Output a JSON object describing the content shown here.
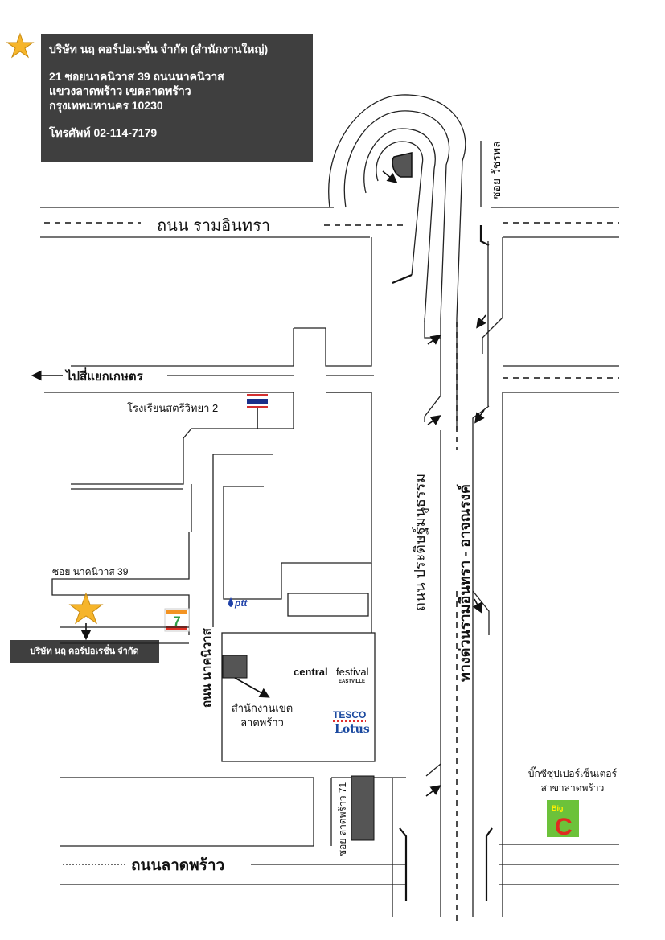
{
  "company": {
    "name": "บริษัท นฤ คอร์ปอเรชั่น จำกัด (สำนักงานใหญ่)",
    "address_line1": "21 ซอยนาคนิวาส 39 ถนนนาคนิวาส",
    "address_line2": "แขวงลาดพร้าว  เขตลาดพร้าว",
    "address_line3": "กรุงเทพมหานคร 10230",
    "phone": "โทรศัพท์ 02-114-7179",
    "short_name": "บริษัท นฤ คอร์ปอเรชั่น จำกัด"
  },
  "roads": {
    "ramintra": "ถนน รามอินทรา",
    "to_kaset": "ไปสี่แยกเกษตร",
    "soi_watcharaphol": "ซอย วัชรพล",
    "soi_nakniwat39": "ซอย นาคนิวาส 39",
    "nakniwat": "ถนน นาคนิวาส",
    "pradit_manutham": "ถนน ประดิษฐ์มนูธรรม",
    "expressway": "ทางด่วนรามอินทรา - อาจณรงค์",
    "soi_ladprao71": "ซอย ลาดพร้าว 71",
    "ladprao": "ถนนลาดพร้าว"
  },
  "landmarks": {
    "school": "โรงเรียนสตรีวิทยา 2",
    "district_office_line1": "สำนักงานเขต",
    "district_office_line2": "ลาดพร้าว",
    "central_brand": "central",
    "central_festival": "festival",
    "central_sub": "EASTVILLE",
    "tesco": "TESCO",
    "lotus": "Lotus",
    "ptt": "ptt",
    "seven_eleven": "7",
    "bigc_line1": "บิ๊กซีซุปเปอร์เซ็นเตอร์",
    "bigc_line2": "สาขาลาดพร้าว",
    "bigc_big": "Big",
    "bigc_c": "C"
  },
  "colors": {
    "box_bg": "#3f3f3f",
    "star": "#f6b52b",
    "thai_flag_red": "#d32f2f",
    "thai_flag_blue": "#1a2f8a",
    "ptt_blue": "#1e40a8",
    "seven_green": "#2e9e45",
    "seven_red": "#e03124",
    "seven_orange": "#f39322",
    "tesco_blue": "#1b4aa0",
    "tesco_red": "#e12f2f",
    "bigc_green": "#6cc23a",
    "bigc_red": "#e02b20",
    "bigc_yellow": "#fff000"
  },
  "icons": [
    "star-icon",
    "thai-flag-icon",
    "ptt-logo",
    "seven-eleven-logo",
    "bigc-logo",
    "direction-arrow-icon"
  ]
}
